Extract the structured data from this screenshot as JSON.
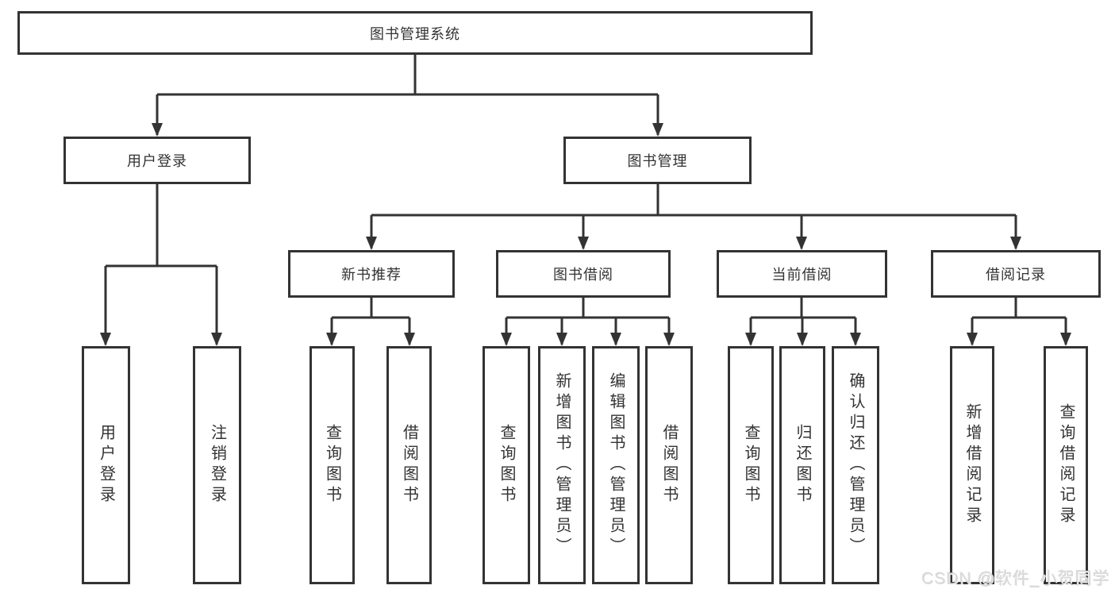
{
  "diagram": {
    "root": {
      "label": "图书管理系统"
    },
    "level2": [
      {
        "label": "用户登录"
      },
      {
        "label": "图书管理"
      }
    ],
    "level3": [
      {
        "label": "新书推荐"
      },
      {
        "label": "图书借阅"
      },
      {
        "label": "当前借阅"
      },
      {
        "label": "借阅记录"
      }
    ],
    "leaves": {
      "user_login": [
        {
          "label": "用户登录"
        },
        {
          "label": "注销登录"
        }
      ],
      "new_books": [
        {
          "label": "查询图书"
        },
        {
          "label": "借阅图书"
        }
      ],
      "book_borrow": [
        {
          "label": "查询图书"
        },
        {
          "label": "新增图书（管理员）"
        },
        {
          "label": "编辑图书（管理员）"
        },
        {
          "label": "借阅图书"
        }
      ],
      "current_borrow": [
        {
          "label": "查询图书"
        },
        {
          "label": "归还图书"
        },
        {
          "label": "确认归还（管理员）"
        }
      ],
      "borrow_records": [
        {
          "label": "新增借阅记录"
        },
        {
          "label": "查询借阅记录"
        }
      ]
    }
  },
  "watermark": {
    "text": "CSDN @软件_小贺同学"
  },
  "colors": {
    "line": "#333333",
    "text": "#333333",
    "background": "#ffffff",
    "watermark": "#d9d9d9"
  }
}
